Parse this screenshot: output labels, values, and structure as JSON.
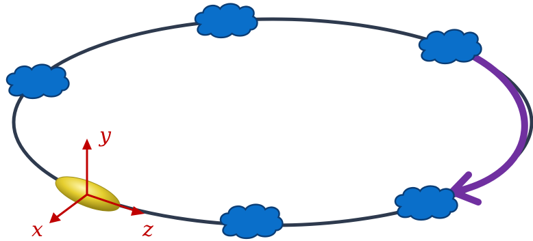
{
  "colors": {
    "orbit": "#2e3a4e",
    "cloud_fill": "#0a6fca",
    "cloud_stroke": "#0b3d75",
    "arrow": "#7030a0",
    "axes": "#c00000",
    "ellipsoid": "#e6cf30"
  },
  "axes": {
    "x_label": "x",
    "y_label": "y",
    "z_label": "z"
  },
  "elements": {
    "orbit": "ellipse-orbit",
    "clouds": [
      "cloud-top",
      "cloud-top-right",
      "cloud-left",
      "cloud-bottom-right",
      "cloud-bottom"
    ],
    "arrow": "rotation-arrow",
    "body": "ellipsoid"
  }
}
